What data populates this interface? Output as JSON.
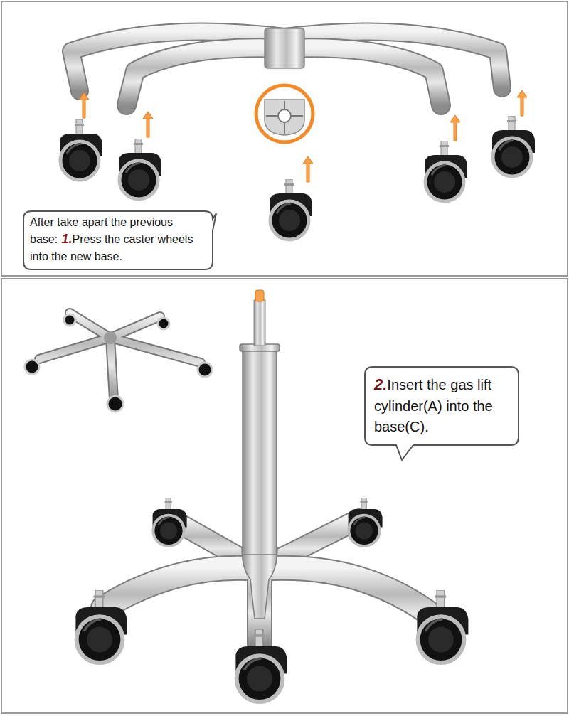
{
  "diagram": {
    "nodes": [
      {
        "text": [
          "After take apart the previous base:",
          "1.",
          "Press the caster wheels into the new base."
        ]
      },
      {
        "text": [
          "2.",
          "Insert the gas lift cylinder(A) into the base(C)."
        ]
      }
    ]
  }
}
